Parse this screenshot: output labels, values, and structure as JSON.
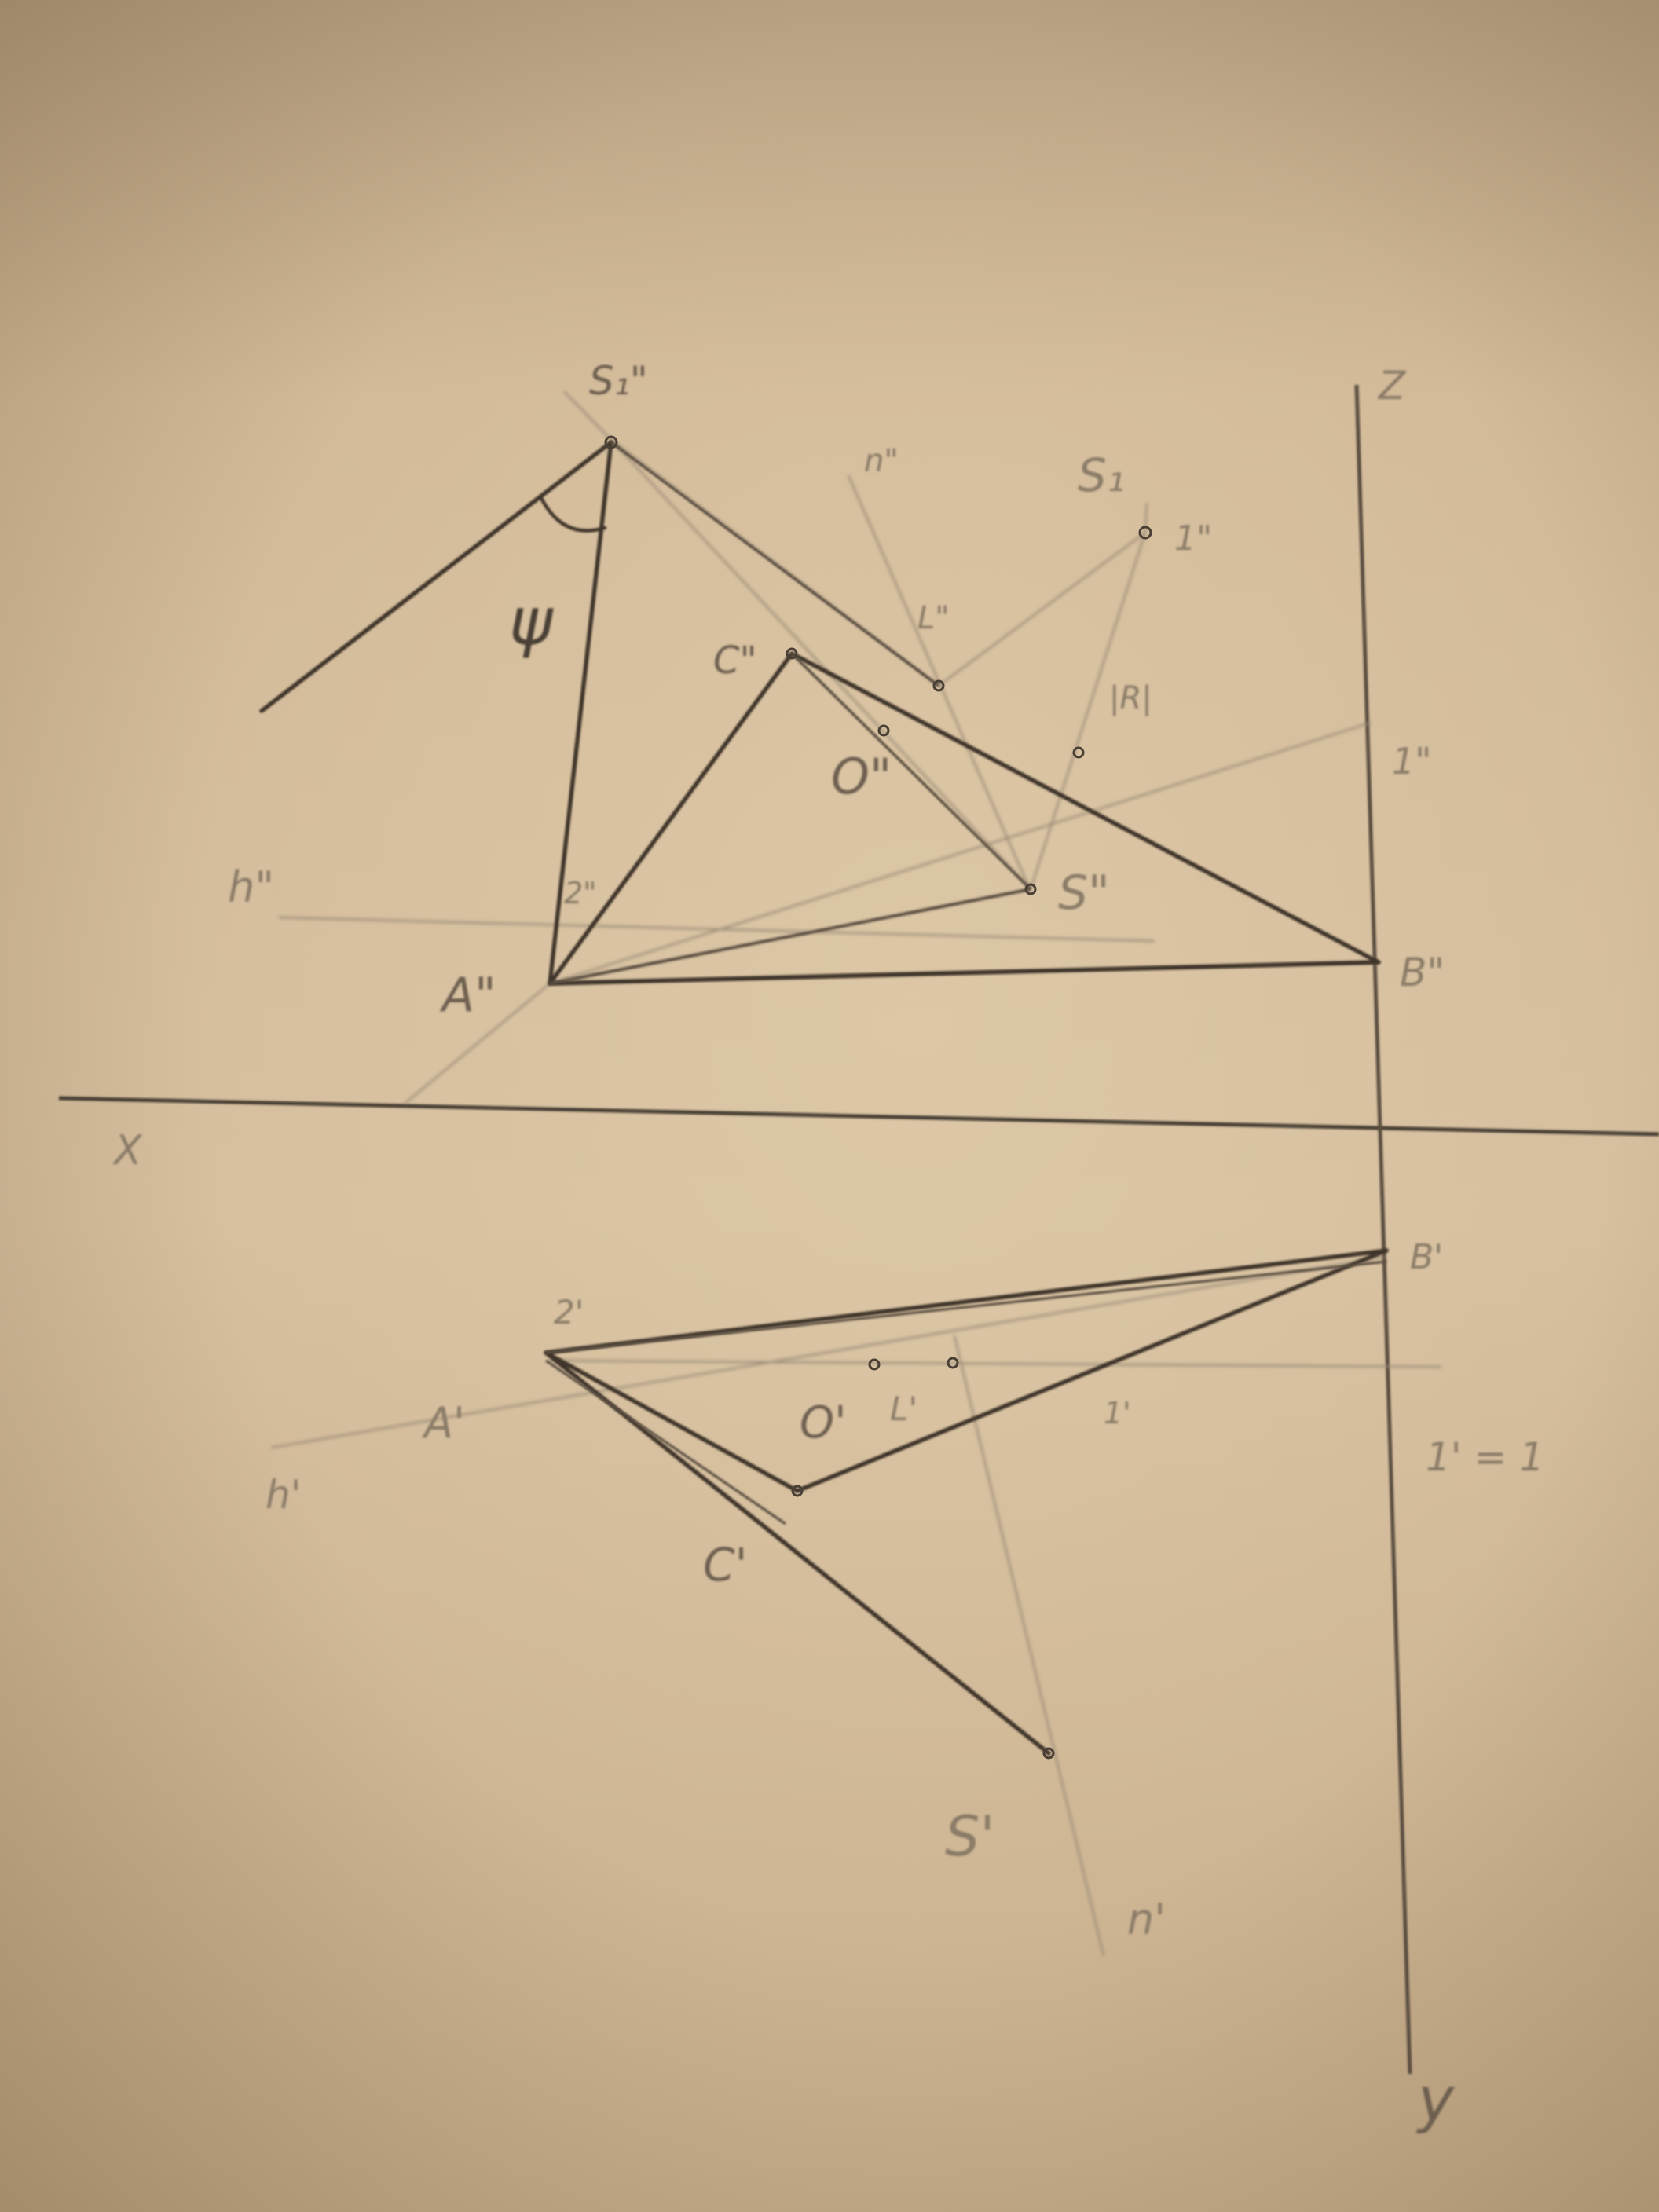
{
  "labels": {
    "axis_z": "Z",
    "axis_x": "X",
    "axis_y": "y",
    "s1_front": "S₁\"",
    "s1_side": "S₁",
    "angle_phi": "ψ",
    "c_front": "C\"",
    "o_front": "O\"",
    "s_front": "S\"",
    "a_front": "A\"",
    "b_front": "B\"",
    "h_front": "h\"",
    "n_front": "n\"",
    "l_front": "L\"",
    "two_front": "2\"",
    "one_front": "1\"",
    "one_front_small": "1\"",
    "rn_label": "|R|",
    "a_top": "A'",
    "b_top": "B'",
    "c_top": "C'",
    "o_top": "O'",
    "l_top": "L'",
    "s_top": "S'",
    "h_top": "h'",
    "n_top": "n'",
    "two_top": "2'",
    "one_top": "1'",
    "one_eq": "1' = 1"
  },
  "colors": {
    "paper": "#d6bf9f",
    "pencil_dark": "#4a3f35",
    "pencil_light": "#8f8070"
  }
}
